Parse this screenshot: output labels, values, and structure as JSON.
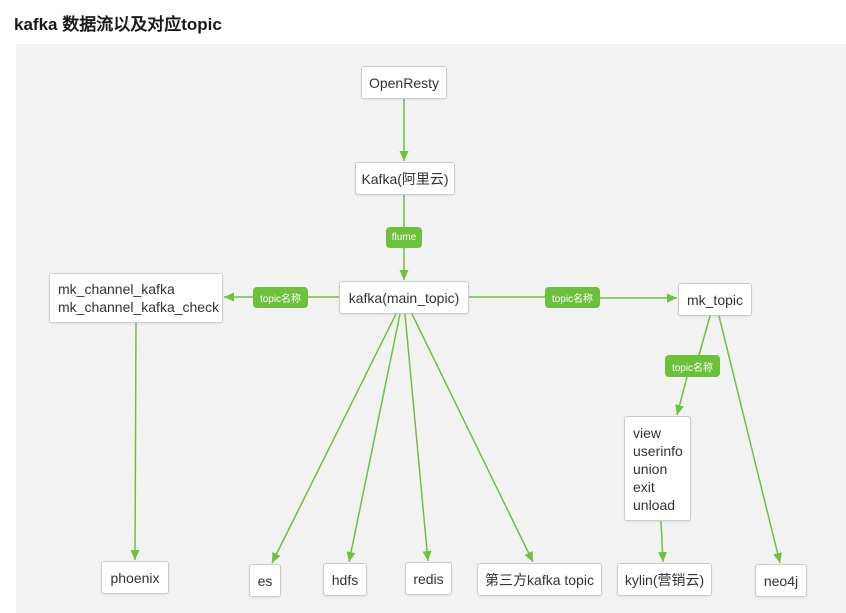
{
  "page": {
    "title": "kafka 数据流以及对应topic"
  },
  "colors": {
    "edge": "#6dc23a",
    "badge": "#6cc13a",
    "canvas": "#f2f2f2",
    "node_border": "#cccccc",
    "text": "#333333"
  },
  "nodes": {
    "openresty": "OpenResty",
    "kafka_aliyun": "Kafka(阿里云)",
    "main_topic": "kafka(main_topic)",
    "mk_channel": [
      "mk_channel_kafka",
      "mk_channel_kafka_check"
    ],
    "mk_topic": "mk_topic",
    "topic_list": [
      "view",
      "userinfo",
      "union",
      "exit",
      "unload"
    ],
    "phoenix": "phoenix",
    "es": "es",
    "hdfs": "hdfs",
    "redis": "redis",
    "third_party": "第三方kafka topic",
    "kylin": "kylin(营销云)",
    "neo4j": "neo4j"
  },
  "badges": {
    "flume": "flume",
    "topic_left": "topic名称",
    "topic_right": "topic名称",
    "topic_down": "topic名称"
  }
}
